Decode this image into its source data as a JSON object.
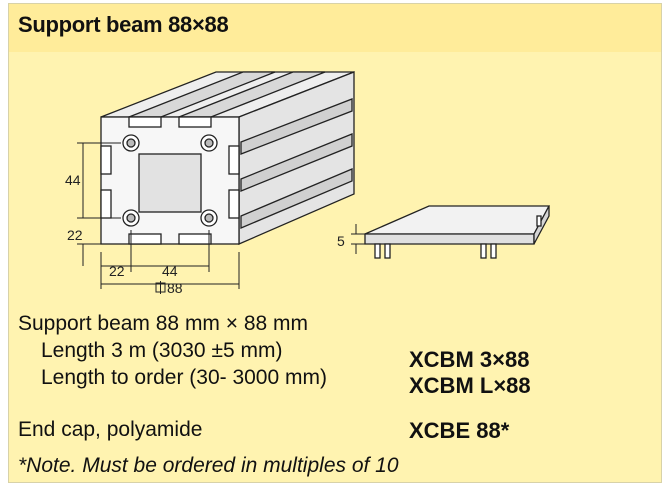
{
  "title": "Support beam 88×88",
  "dimensions": {
    "height_44": "44",
    "height_22": "22",
    "width_22": "22",
    "width_44": "44",
    "overall_88": "88",
    "cap_thickness": "5"
  },
  "lines": {
    "beam_desc": "Support beam 88 mm × 88 mm",
    "length_3m": "Length 3 m (3030 ±5 mm)",
    "length_order": "Length to order (30- 3000 mm)",
    "end_cap": "End cap, polyamide",
    "note": "*Note. Must be ordered in multiples of 10"
  },
  "codes": {
    "code_3m": "XCBM 3×88",
    "code_order": "XCBM L×88",
    "code_cap": "XCBE 88*"
  }
}
